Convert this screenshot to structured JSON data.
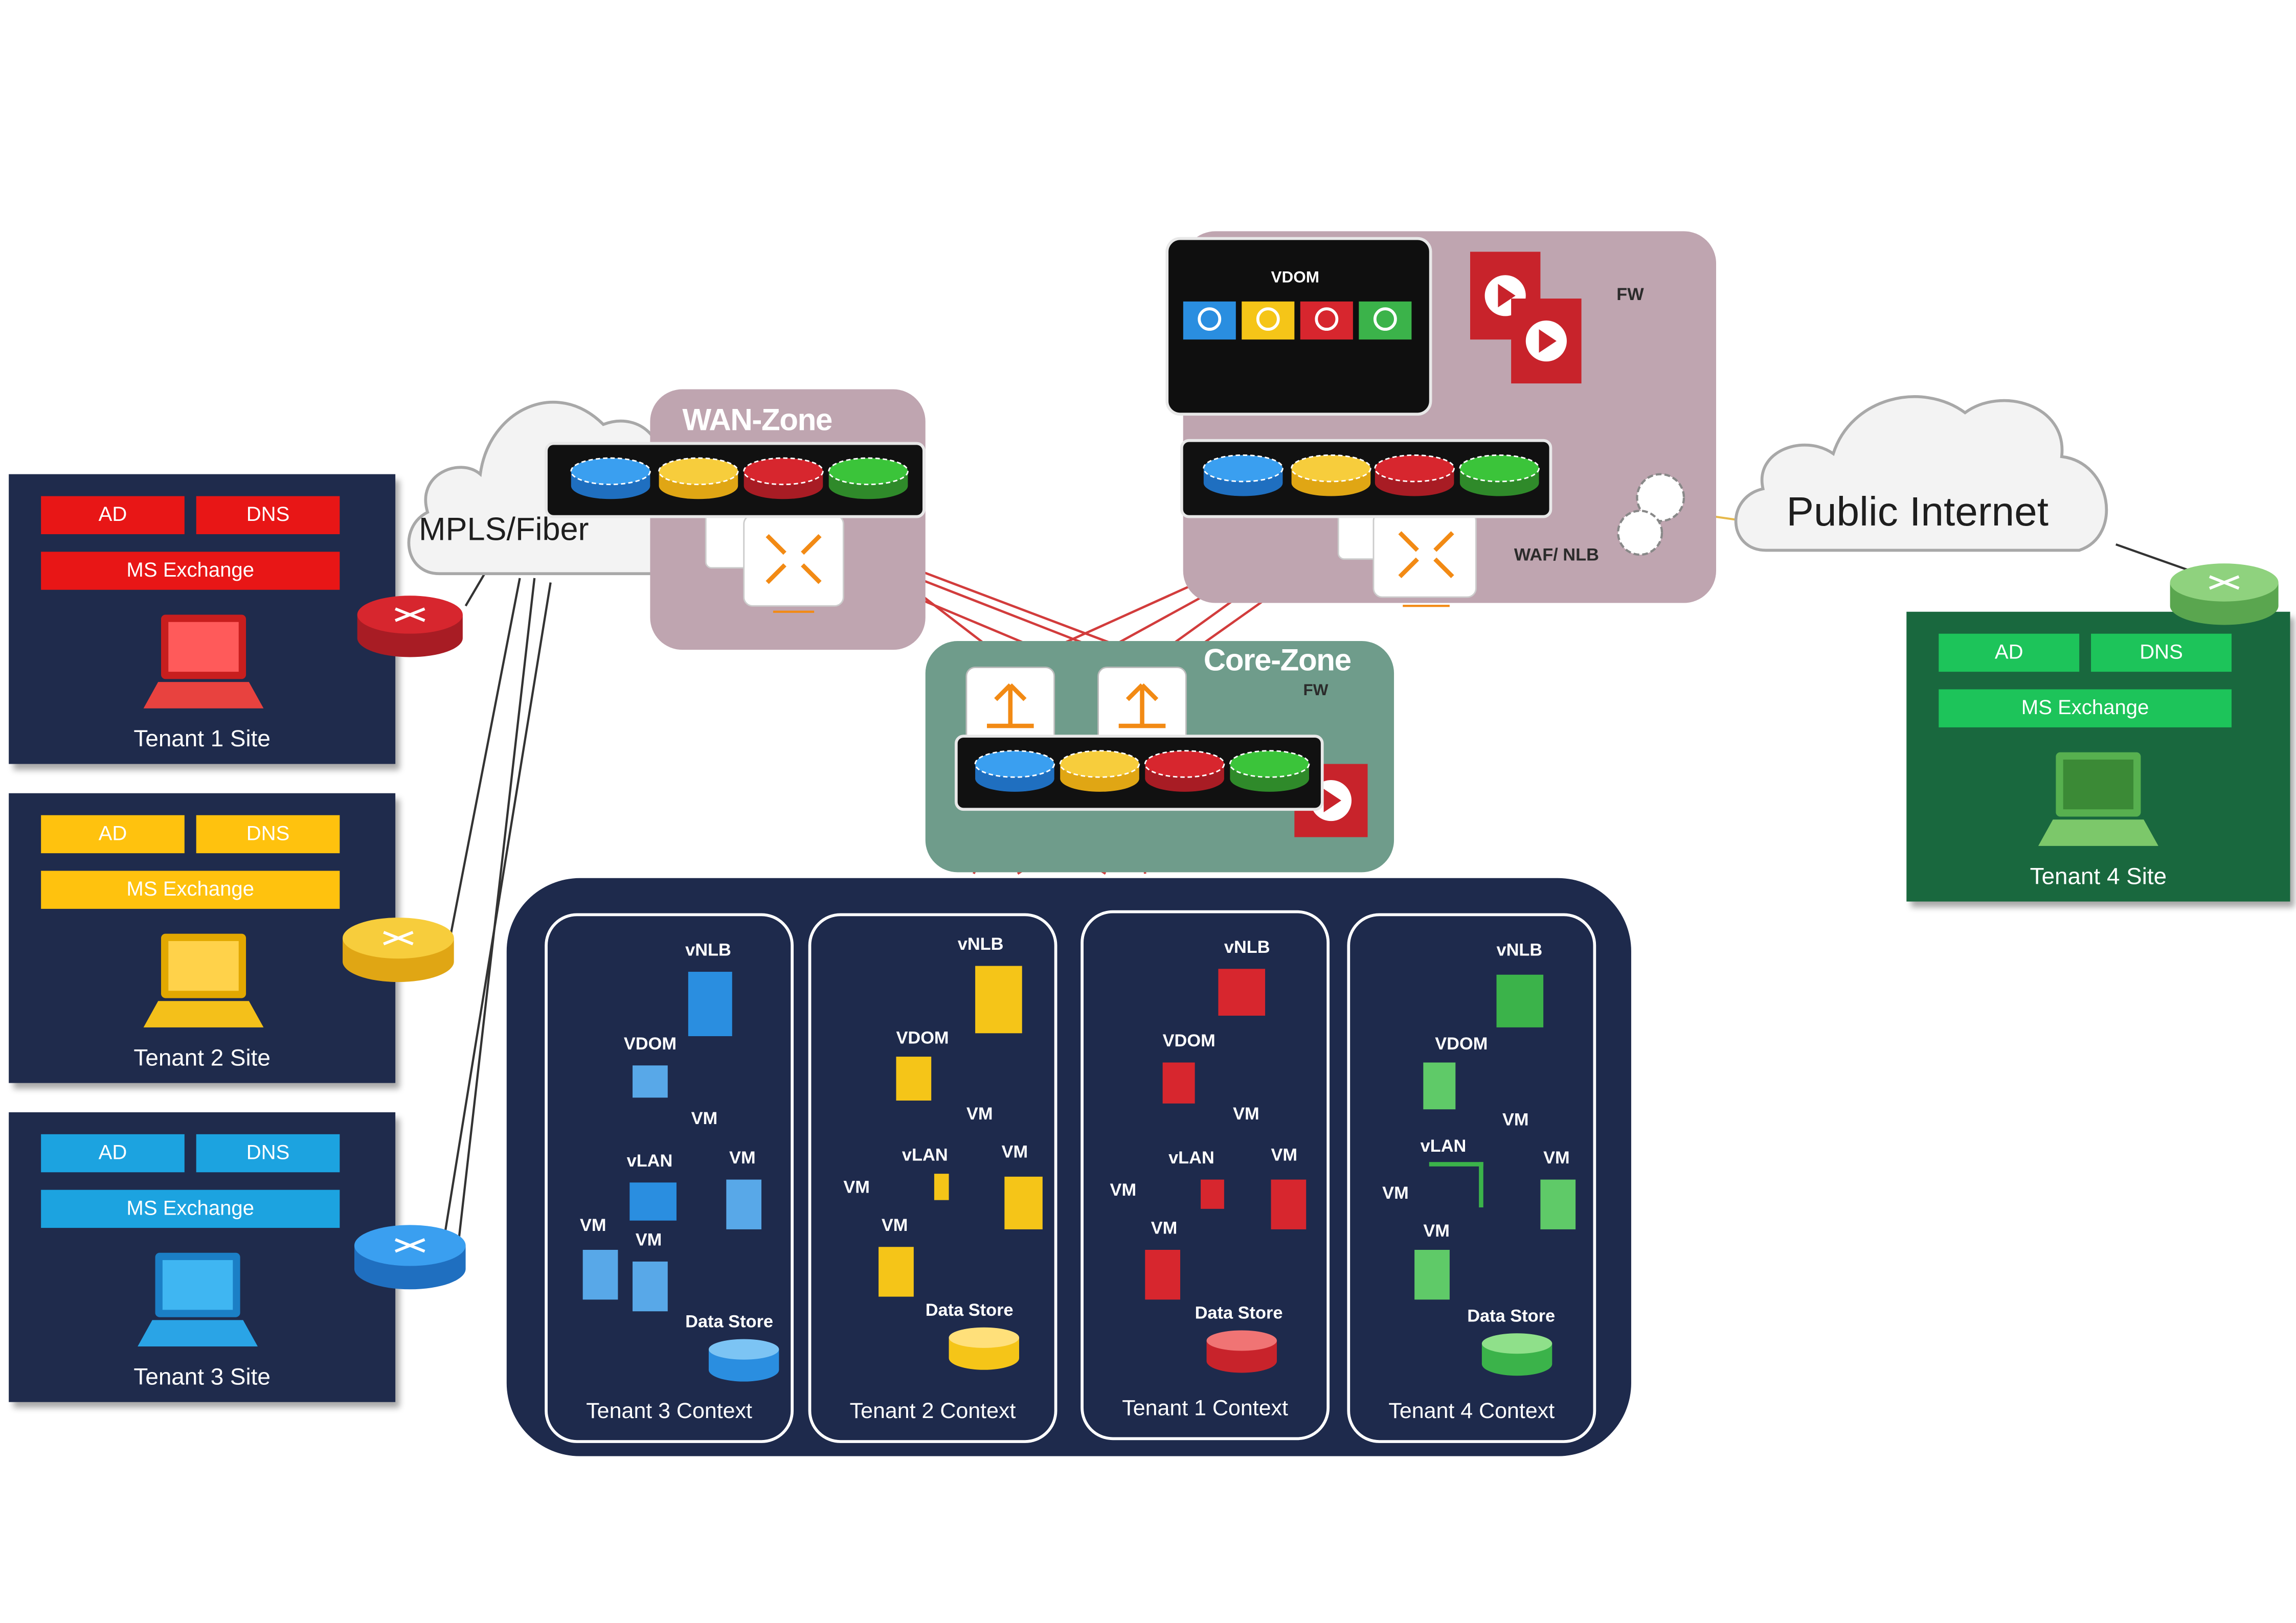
{
  "colors": {
    "blue": "#2a8ee0",
    "yellow": "#f5c518",
    "red": "#d7262e",
    "green": "#3bb34a",
    "navy": "#1f2b4c",
    "zone_mauve": "#bfa5b0",
    "zone_teal": "#6f9c8b",
    "tenant4_green": "#19683e",
    "link_red": "#d23c3c"
  },
  "sites": {
    "tenant1": {
      "label": "Tenant 1 Site",
      "ad": "AD",
      "dns": "DNS",
      "exchange": "MS Exchange",
      "color": "#e81616"
    },
    "tenant2": {
      "label": "Tenant 2 Site",
      "ad": "AD",
      "dns": "DNS",
      "exchange": "MS Exchange",
      "color": "#ffc20e"
    },
    "tenant3": {
      "label": "Tenant 3 Site",
      "ad": "AD",
      "dns": "DNS",
      "exchange": "MS Exchange",
      "color": "#1ca3e0"
    },
    "tenant4": {
      "label": "Tenant 4 Site",
      "ad": "AD",
      "dns": "DNS",
      "exchange": "MS Exchange",
      "color": "#1dc45a"
    }
  },
  "clouds": {
    "mpls": "MPLS/Fiber",
    "internet": "Public Internet"
  },
  "zones": {
    "wan": {
      "title": "WAN-Zone"
    },
    "core": {
      "title": "Core-Zone",
      "fw": "FW"
    },
    "edge": {
      "vdom": "VDOM",
      "fw": "FW",
      "waf": "WAF/ NLB"
    }
  },
  "contexts": [
    {
      "label": "Tenant 3 Context",
      "color": "#2a8ee0",
      "vnlb": "vNLB",
      "vdom": "VDOM",
      "vm": "VM",
      "vlan": "vLAN",
      "datastore": "Data Store"
    },
    {
      "label": "Tenant 2 Context",
      "color": "#f5c518",
      "vnlb": "vNLB",
      "vdom": "VDOM",
      "vm": "VM",
      "vlan": "vLAN",
      "datastore": "Data Store"
    },
    {
      "label": "Tenant 1 Context",
      "color": "#d7262e",
      "vnlb": "vNLB",
      "vdom": "VDOM",
      "vm": "VM",
      "vlan": "vLAN",
      "datastore": "Data Store"
    },
    {
      "label": "Tenant 4 Context",
      "color": "#3bb34a",
      "vnlb": "vNLB",
      "vdom": "VDOM",
      "vm": "VM",
      "vlan": "vLAN",
      "datastore": "Data Store"
    }
  ],
  "icons": {
    "router": "router-icon",
    "laptop": "laptop-icon",
    "switch": "switch-icon",
    "firewall": "firewall-icon",
    "load_balancer": "load-balancer-icon",
    "vdom": "vdom-icon",
    "vm": "vm-icon",
    "datastore": "datastore-icon",
    "cloud": "cloud-icon"
  }
}
